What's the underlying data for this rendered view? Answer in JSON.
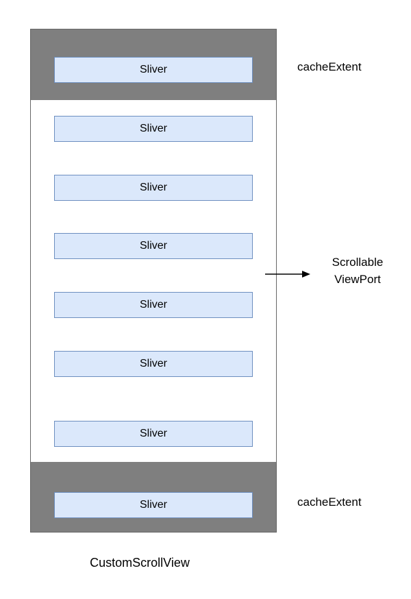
{
  "title": "CustomScrollView",
  "labels": {
    "cache_extent_top": "cacheExtent",
    "cache_extent_bottom": "cacheExtent",
    "viewport_line1": "Scrollable",
    "viewport_line2": "ViewPort"
  },
  "slivers": [
    "Sliver",
    "Sliver",
    "Sliver",
    "Sliver",
    "Sliver",
    "Sliver",
    "Sliver",
    "Sliver"
  ],
  "colors": {
    "cache_band": "#7f7f7f",
    "sliver_fill": "#dbe8fb",
    "sliver_border": "#6c8ebf",
    "container_border": "#666666",
    "text": "#000000"
  }
}
